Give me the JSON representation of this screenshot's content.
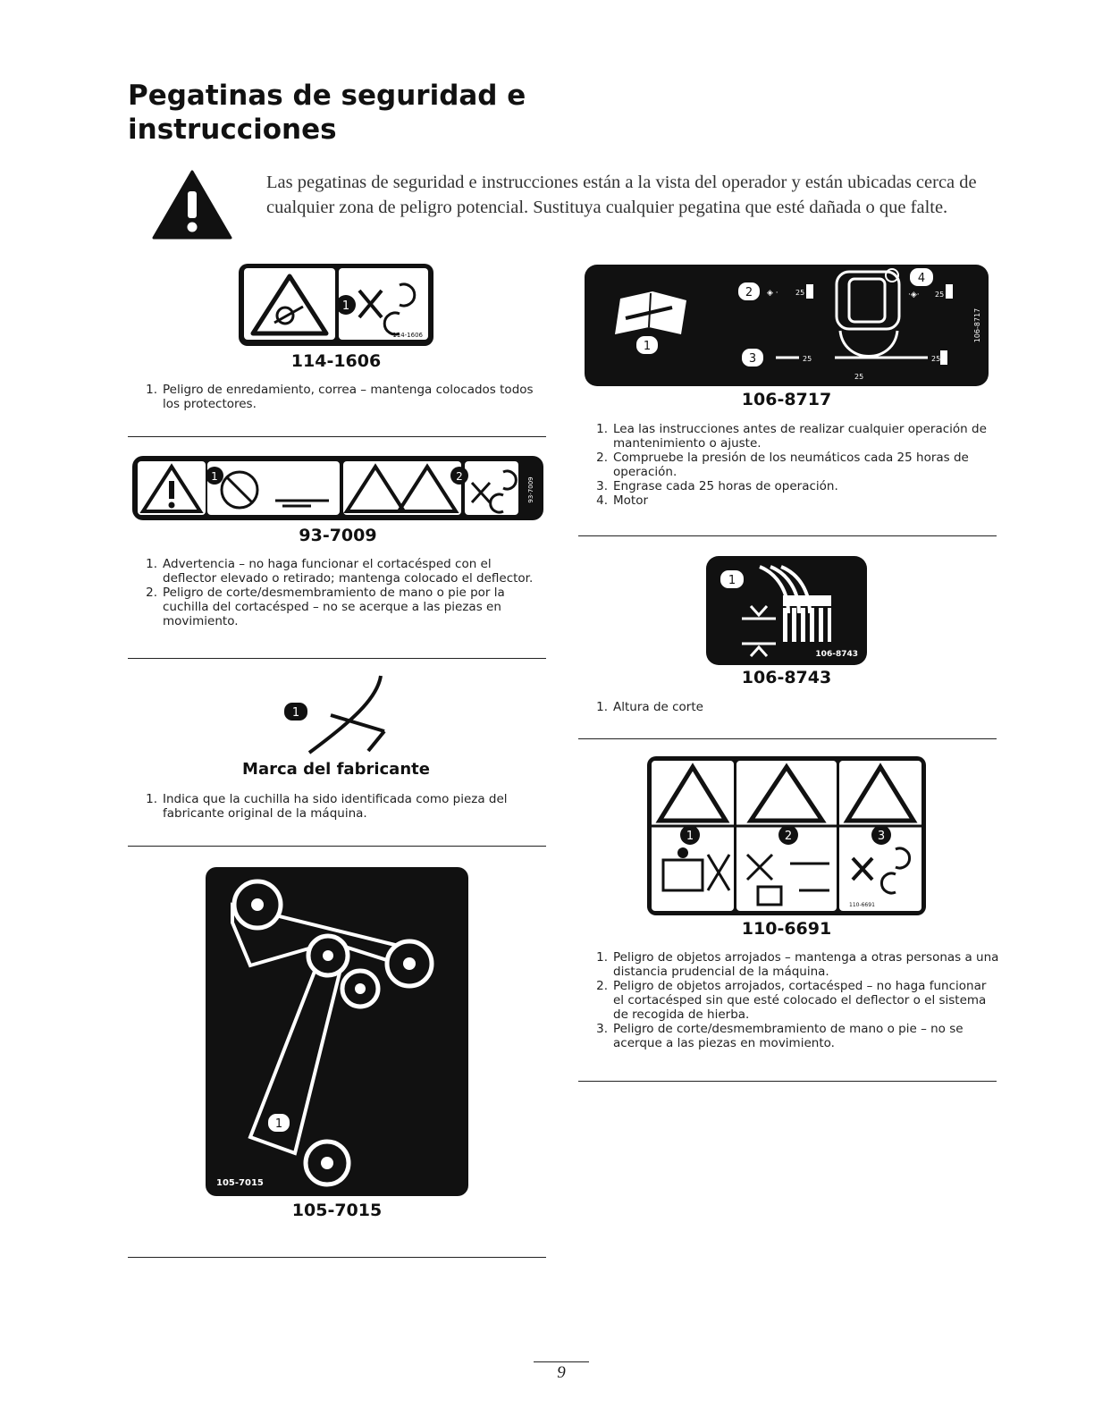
{
  "page": {
    "title": "Pegatinas de seguridad e instrucciones",
    "intro": "Las pegatinas de seguridad e instrucciones están a la vista del operador y están ubicadas cerca de cualquier zona de peligro potencial. Sustituya cualquier pegatina que esté dañada o que falte.",
    "page_number": "9"
  },
  "decals": {
    "d1141606": {
      "title": "114-1606",
      "code_text": "114-1606",
      "items": [
        {
          "n": "1",
          "text": "Peligro de enredamiento, correa – mantenga colocados todos los protectores."
        }
      ]
    },
    "d937009": {
      "title": "93-7009",
      "code_text": "93-7009",
      "items": [
        {
          "n": "1",
          "text": "Advertencia – no haga funcionar el cortacésped con el deflector elevado o retirado; mantenga colocado el deflector."
        },
        {
          "n": "2",
          "text": "Peligro de corte/desmembramiento de mano o pie por la cuchilla del cortacésped – no se acerque a las piezas en movimiento."
        }
      ]
    },
    "marca": {
      "title": "Marca del fabricante",
      "items": [
        {
          "n": "1",
          "text": "Indica que la cuchilla ha sido identificada como pieza del fabricante original de la máquina."
        }
      ]
    },
    "d1057015": {
      "title": "105-7015",
      "code_text": "105-7015"
    },
    "d1068717": {
      "title": "106-8717",
      "code_text": "106-8717",
      "items": [
        {
          "n": "1",
          "text": "Lea las instrucciones antes de realizar cualquier operación de mantenimiento o ajuste."
        },
        {
          "n": "2",
          "text": "Compruebe la presión de los neumáticos cada 25 horas de operación."
        },
        {
          "n": "3",
          "text": "Engrase cada 25 horas de operación."
        },
        {
          "n": "4",
          "text": "Motor"
        }
      ]
    },
    "d1068743": {
      "title": "106-8743",
      "code_text": "106-8743",
      "items": [
        {
          "n": "1",
          "text": "Altura de corte"
        }
      ]
    },
    "d1106691": {
      "title": "110-6691",
      "code_text": "110-6691",
      "items": [
        {
          "n": "1",
          "text": "Peligro de objetos arrojados – mantenga a otras personas a una distancia prudencial de la máquina."
        },
        {
          "n": "2",
          "text": "Peligro de objetos arrojados, cortacésped – no haga funcionar el cortacésped sin que esté colocado el deflector o el sistema de recogida de hierba."
        },
        {
          "n": "3",
          "text": "Peligro de corte/desmembramiento de mano o pie – no se acerque a las piezas en movimiento."
        }
      ]
    }
  },
  "callouts": {
    "one": "1",
    "two": "2",
    "three": "3",
    "four": "4",
    "hours": "25"
  },
  "colors": {
    "decal_bg": "#111111",
    "decal_fg": "#ffffff",
    "text": "#222222"
  }
}
